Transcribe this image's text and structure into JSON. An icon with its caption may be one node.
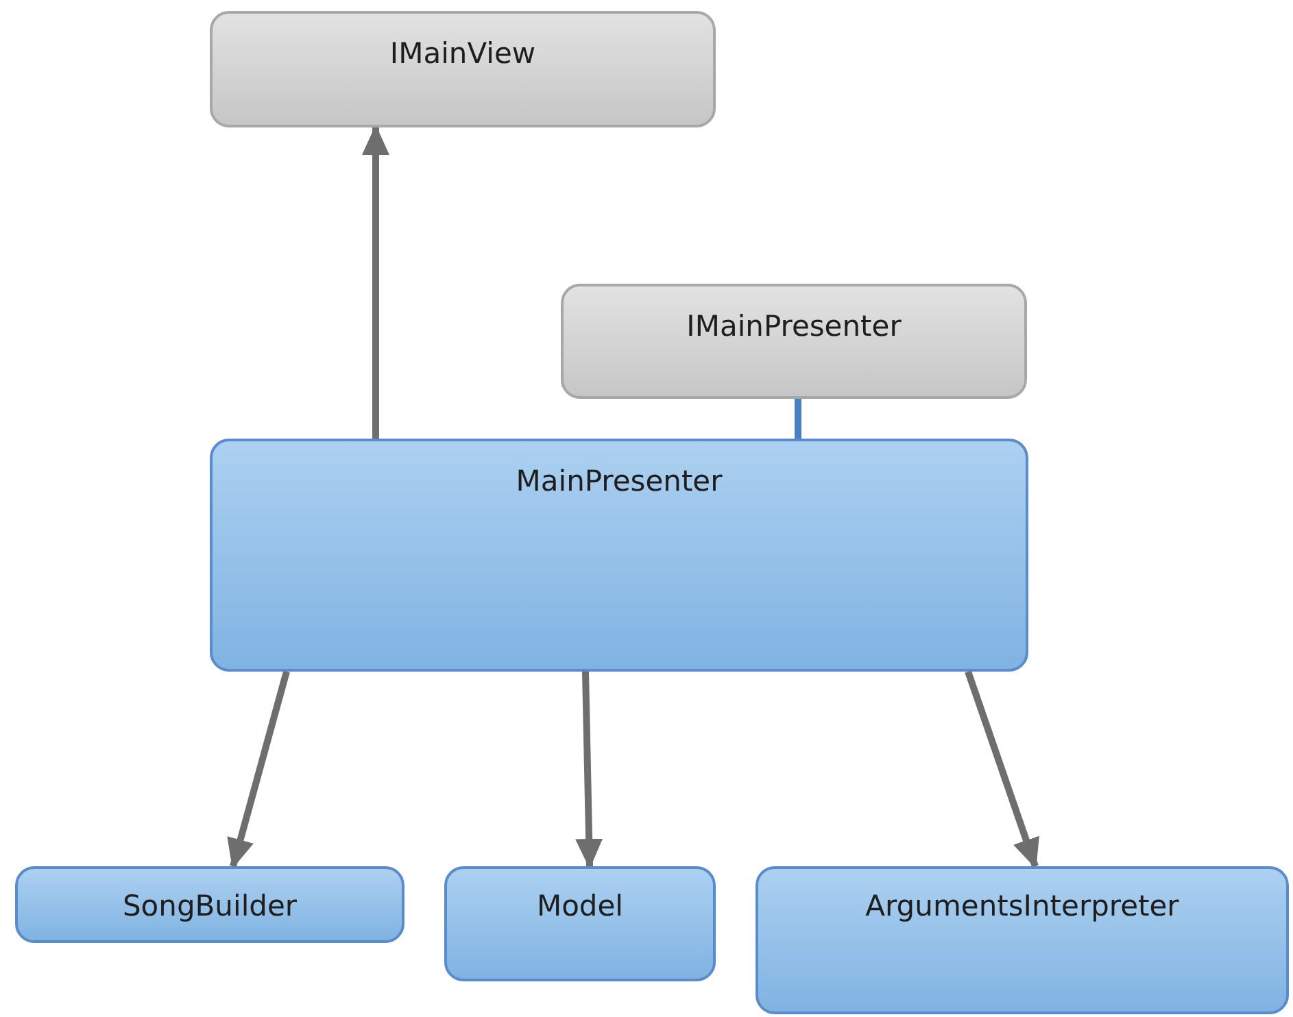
{
  "diagram": {
    "nodes": [
      {
        "text": [
          "IMainView"
        ]
      },
      {
        "text": [
          "IMainPresenter"
        ]
      },
      {
        "text": [
          "MainPresenter"
        ]
      },
      {
        "text": [
          "SongBuilder"
        ]
      },
      {
        "text": [
          "Model"
        ]
      },
      {
        "text": [
          "ArgumentsInterpreter"
        ]
      }
    ],
    "edges": [
      {
        "from": 2,
        "to": 0,
        "arrow": "to"
      },
      {
        "from": 1,
        "to": 2,
        "arrow": "none",
        "color": "#4a7fc1"
      },
      {
        "from": 2,
        "to": 3,
        "arrow": "to"
      },
      {
        "from": 2,
        "to": 4,
        "arrow": "to"
      },
      {
        "from": 2,
        "to": 5,
        "arrow": "to"
      }
    ]
  }
}
